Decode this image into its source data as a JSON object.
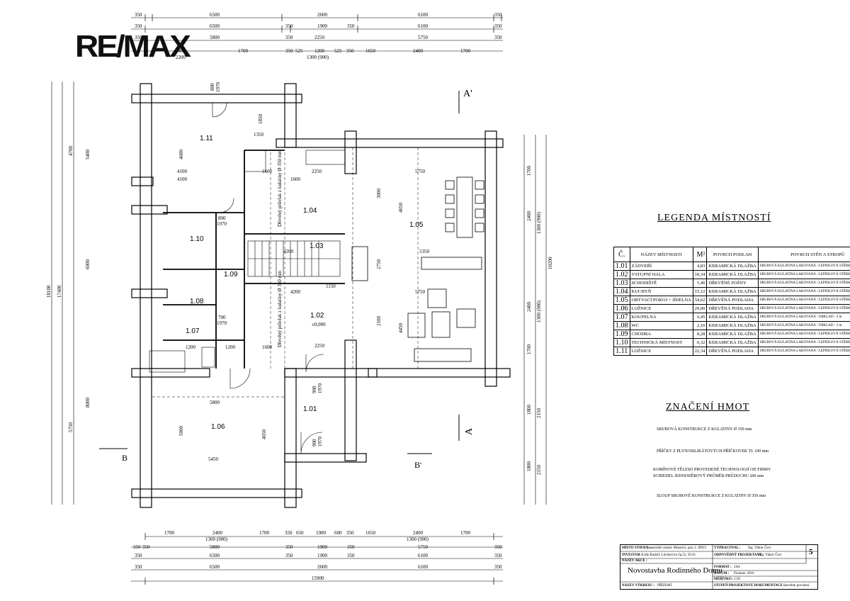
{
  "brand": {
    "logo_text": "RE/MAX"
  },
  "plan": {
    "top_dims_row1": [
      "350",
      "6500",
      "2600",
      "6100",
      "350"
    ],
    "top_dims_row2": [
      "350",
      "6500",
      "350",
      "1900",
      "350",
      "6100",
      "350"
    ],
    "top_dims_row3": [
      "350",
      "5800",
      "350",
      "2250",
      "5750",
      "350"
    ],
    "top_dims_row4": [
      "2400",
      "1700",
      "350",
      "525",
      "1200",
      "525",
      "350",
      "1650",
      "2400",
      "1700"
    ],
    "top_dims_row5": [
      "2200",
      "1300 (900)"
    ],
    "bottom_dims_row1": [
      "1700",
      "2400",
      "1700",
      "350",
      "650",
      "1900",
      "600",
      "350",
      "1650",
      "2400",
      "1700"
    ],
    "bottom_dims_row2": [
      "1300 (900)",
      "1300 (900)"
    ],
    "bottom_dims_row3": [
      "350",
      "350",
      "5800",
      "350",
      "1900",
      "350",
      "5750",
      "350"
    ],
    "bottom_dims_row4": [
      "350",
      "6500",
      "350",
      "1900",
      "350",
      "6100",
      "350"
    ],
    "bottom_dims_row5": [
      "350",
      "6500",
      "2600",
      "6100",
      "350"
    ],
    "bottom_total": "15900",
    "left_dims": [
      "18100",
      "17400",
      "4700",
      "5400",
      "6000",
      "5750",
      "8000"
    ],
    "right_dims": [
      "1700",
      "2400",
      "1300 (900)",
      "10200",
      "2400",
      "1300 (900)",
      "1700",
      "1800",
      "2150",
      "1800",
      "2150"
    ],
    "section_marks": [
      "A'",
      "A",
      "B",
      "B'"
    ],
    "room_labels": [
      "1.11",
      "1.04",
      "1.05",
      "1.10",
      "1.03",
      "1.09",
      "1.08",
      "1.07",
      "1.02",
      "1.01",
      "1.06"
    ],
    "interior_dims": [
      "4100",
      "4100",
      "4600",
      "2250",
      "1600",
      "1600",
      "3000",
      "4650",
      "5350",
      "5750",
      "5750",
      "4200",
      "2750",
      "4200",
      "4450",
      "2100",
      "1200",
      "2250",
      "1600",
      "1200",
      "5800",
      "5000",
      "4650",
      "5450",
      "1850",
      "1350",
      "1150",
      "800",
      "1970",
      "800",
      "1970",
      "900",
      "1970",
      "700",
      "1970",
      "900",
      "1970",
      "±0,000"
    ],
    "stair_text_1": "Dřevěný průvlak z kulatiny Ø 350 mm",
    "stair_text_2": "Dřevěný průvlak z kulatiny Ø 350 mm"
  },
  "legend": {
    "title": "LEGENDA  MÍSTNOSTÍ",
    "headers": {
      "no": "Č.",
      "name": "NÁZEV MÍSTNOSTI",
      "area": "M²",
      "floor": "POVRCH PODLAH",
      "walls": "POVRCH STĚN A STROPŮ"
    },
    "rows": [
      {
        "no": "1.01",
        "name": "ZÁDVEŘÍ",
        "area": "4,83",
        "floor": "KERAMICKÁ DLAŽBA",
        "walls": "SRUBOVÁ KULATINA LAKOVANÁ / LEPIDLOVÁ STĚRKA ŠTUKOVANÁ"
      },
      {
        "no": "1.02",
        "name": "VSTUPNÍ HALA",
        "area": "18,34",
        "floor": "KERAMICKÁ DLAŽBA",
        "walls": "SRUBOVÁ KULATINA LAKOVANÁ / LEPIDLOVÁ STĚRKA ŠTUKOVANÁ"
      },
      {
        "no": "1.03",
        "name": "SCHODIŠTĚ",
        "area": "5,46",
        "floor": "DŘEVĚNÉ FOŠNY",
        "walls": "SRUBOVÁ KULATINA LAKOVANÁ / LEPIDLOVÁ STĚRKA ŠTUKOVANÁ"
      },
      {
        "no": "1.04",
        "name": "KUCHYŇ",
        "area": "15,12",
        "floor": "KERAMICKÁ DLAŽBA",
        "walls": "SRUBOVÁ KULATINA LAKOVANÁ / LEPIDLOVÁ STĚRKA ŠTUKOVANÁ"
      },
      {
        "no": "1.05",
        "name": "OBÝVACÍ POKOJ + JÍDELNA",
        "area": "54,62",
        "floor": "DŘEVĚNÁ PODLAHA",
        "walls": "SRUBOVÁ KULATINA LAKOVANÁ / LEPIDLOVÁ STĚRKA ŠTUKOVANÁ"
      },
      {
        "no": "1.06",
        "name": "LOŽNICE",
        "area": "29,00",
        "floor": "DŘEVĚNÁ PODLAHA",
        "walls": "SRUBOVÁ KULATINA LAKOVANÁ / LEPIDLOVÁ STĚRKA ŠTUKOVANÁ"
      },
      {
        "no": "1.07",
        "name": "KOUPELNA",
        "area": "6,45",
        "floor": "KERAMICKÁ DLAŽBA",
        "walls": "SRUBOVÁ KULATINA LAKOVANÁ / OBKLAD - 2 m"
      },
      {
        "no": "1.08",
        "name": "WC",
        "area": "2,10",
        "floor": "KERAMICKÁ DLAŽBA",
        "walls": "SRUBOVÁ KULATINA LAKOVANÁ / OBKLAD - 2 m"
      },
      {
        "no": "1.09",
        "name": "CHODBA",
        "area": "8,28",
        "floor": "KERAMICKÁ DLAŽBA",
        "walls": "SRUBOVÁ KULATINA LAKOVANÁ / LEPIDLOVÁ STĚRKA ŠTUKOVANÁ"
      },
      {
        "no": "1.10",
        "name": "TECHNICKÁ MÍSTNOST",
        "area": "6,32",
        "floor": "KERAMICKÁ DLAŽBA",
        "walls": "SRUBOVÁ KULATINA LAKOVANÁ / LEPIDLOVÁ STĚRKA ŠTUKOVANÁ"
      },
      {
        "no": "1.11",
        "name": "LOŽNICE",
        "area": "22,34",
        "floor": "DŘEVĚNÁ PODLAHA",
        "walls": "SRUBOVÁ KULATINA LAKOVANÁ / LEPIDLOVÁ STĚRKA ŠTUKOVANÁ"
      }
    ]
  },
  "hmot": {
    "title": "ZNAČENÍ  HMOT",
    "items": [
      "SRUBOVÁ KONSTRUKCE Z KULATINY  Ø 350 mm",
      "PŘÍČKY Z PLYNOSILIKÁTOVÝCH PŘÍČKOVEK TL 100  mm",
      "KOMÍNOVÉ  TĚLESO PROVEDENÉ TECHNOLOGIÍ OD FIRMY",
      "SCHIEDEL JEDNODĚROVÝ PRŮMĚR PRŮDUCHU 200 mm",
      "SLOUP SRUBOVÉ KONSTRUKCE Z KULATINY  Ø 350 mm"
    ]
  },
  "title_block": {
    "misto_label": "MÍSTO STAVBY :",
    "misto_value": "katastrální území: Minstice, parc.č. 899/3",
    "vypracoval_label": "VYPRACOVAL :",
    "vypracoval_value": "Ing. Viktor Červ",
    "sheet_no": "5",
    "investor_label": "INVESTOR :",
    "investor_value": "Urák Rudolf, Lávínovice čp.52, 50 01",
    "odpovedny_label": "ODPOVĚDNÝ PROJEKTANT :",
    "odpovedny_value": "Ing. Viktor Červ",
    "nazev_akce_label": "NÁZEV AKCE :",
    "format_label": "FORMAT :",
    "format_value": "2A4",
    "project_name": "Novostavba Rodinného Domu",
    "datum_label": "DATUM :",
    "datum_value": "Prosinec 2016",
    "meritko_label": "MĚŘÍTKO :",
    "meritko_value": "1:50",
    "nazev_vykresu_label": "NÁZEV VÝKRESU :",
    "nazev_vykresu_value": "PŘÍZEMÍ",
    "stupen_label": "STUPEŇ PROJEKTOVÉ DOKUMENTACE :",
    "stupen_value": "Stavební povolení"
  }
}
